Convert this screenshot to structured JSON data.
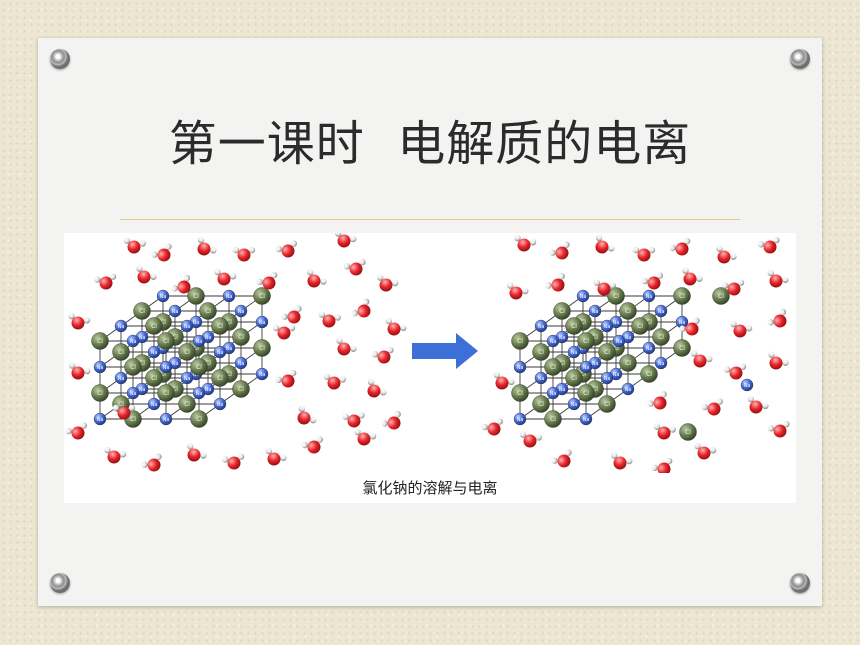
{
  "slide": {
    "title": "第一课时  电解质的电离",
    "figure_caption": "氯化钠的溶解与电离",
    "ion_labels": {
      "sodium": "Na",
      "chloride": "Cl"
    }
  },
  "colors": {
    "water_oxygen": "#e8262b",
    "water_hydrogen": "#e6e6e6",
    "sodium_ion": "#4169d8",
    "chloride_ion": "#6a7f4d",
    "arrow": "#3d6fd9",
    "divider": "#e4c98a"
  }
}
